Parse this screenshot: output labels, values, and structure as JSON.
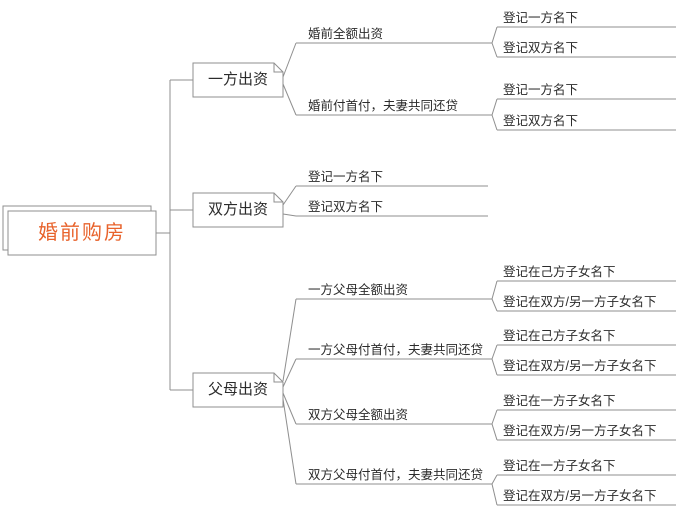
{
  "diagram": {
    "root": {
      "label": "婚前购房"
    },
    "branches": [
      {
        "label": "一方出资",
        "children": [
          {
            "label": "婚前全额出资",
            "children": [
              {
                "label": "登记一方名下"
              },
              {
                "label": "登记双方名下"
              }
            ]
          },
          {
            "label": "婚前付首付，夫妻共同还贷",
            "children": [
              {
                "label": "登记一方名下"
              },
              {
                "label": "登记双方名下"
              }
            ]
          }
        ]
      },
      {
        "label": "双方出资",
        "children": [
          {
            "label": "登记一方名下",
            "children": []
          },
          {
            "label": "登记双方名下",
            "children": []
          }
        ]
      },
      {
        "label": "父母出资",
        "children": [
          {
            "label": "一方父母全额出资",
            "children": [
              {
                "label": "登记在己方子女名下"
              },
              {
                "label": "登记在双方/另一方子女名下"
              }
            ]
          },
          {
            "label": "一方父母付首付，夫妻共同还贷",
            "children": [
              {
                "label": "登记在己方子女名下"
              },
              {
                "label": "登记在双方/另一方子女名下"
              }
            ]
          },
          {
            "label": "双方父母全额出资",
            "children": [
              {
                "label": "登记在一方子女名下"
              },
              {
                "label": "登记在双方/另一方子女名下"
              }
            ]
          },
          {
            "label": "双方父母付首付，夫妻共同还贷",
            "children": [
              {
                "label": "登记在一方子女名下"
              },
              {
                "label": "登记在双方/另一方子女名下"
              }
            ]
          }
        ]
      }
    ]
  },
  "colors": {
    "root_text": "#e8632c",
    "line": "#8f8f8f",
    "text": "#2b2b2b"
  }
}
